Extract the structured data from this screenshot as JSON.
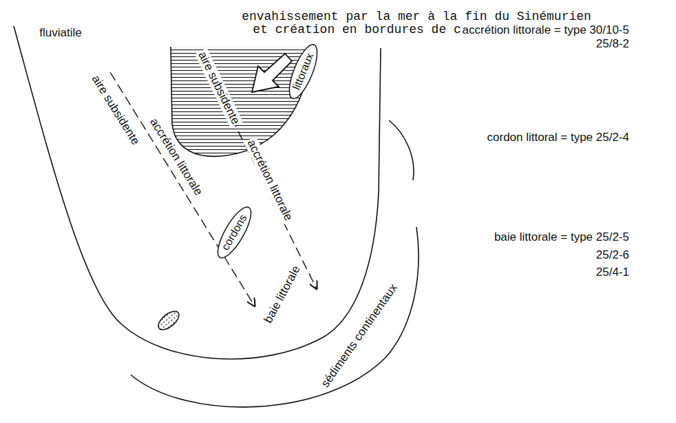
{
  "diagram": {
    "nodes": [
      {
        "text": [
          "littoraux"
        ]
      },
      {
        "text": [
          "cordons"
        ]
      }
    ],
    "labels": [
      "envahissement par la mer à la fin du Sinémurien et création en bordures de cordons littoraux",
      "fluviatile",
      "aire subsidente",
      "accrétion littorale",
      "aire subsidente",
      "accrétion littorale",
      "baie littorale",
      "sédiments continentaux",
      "accrétion littorale = type 30/10-5",
      "25/8-2",
      "cordon littoral = type 25/2-4",
      "baie littorale = type 25/2-5",
      "25/2-6",
      "25/4-1"
    ]
  }
}
